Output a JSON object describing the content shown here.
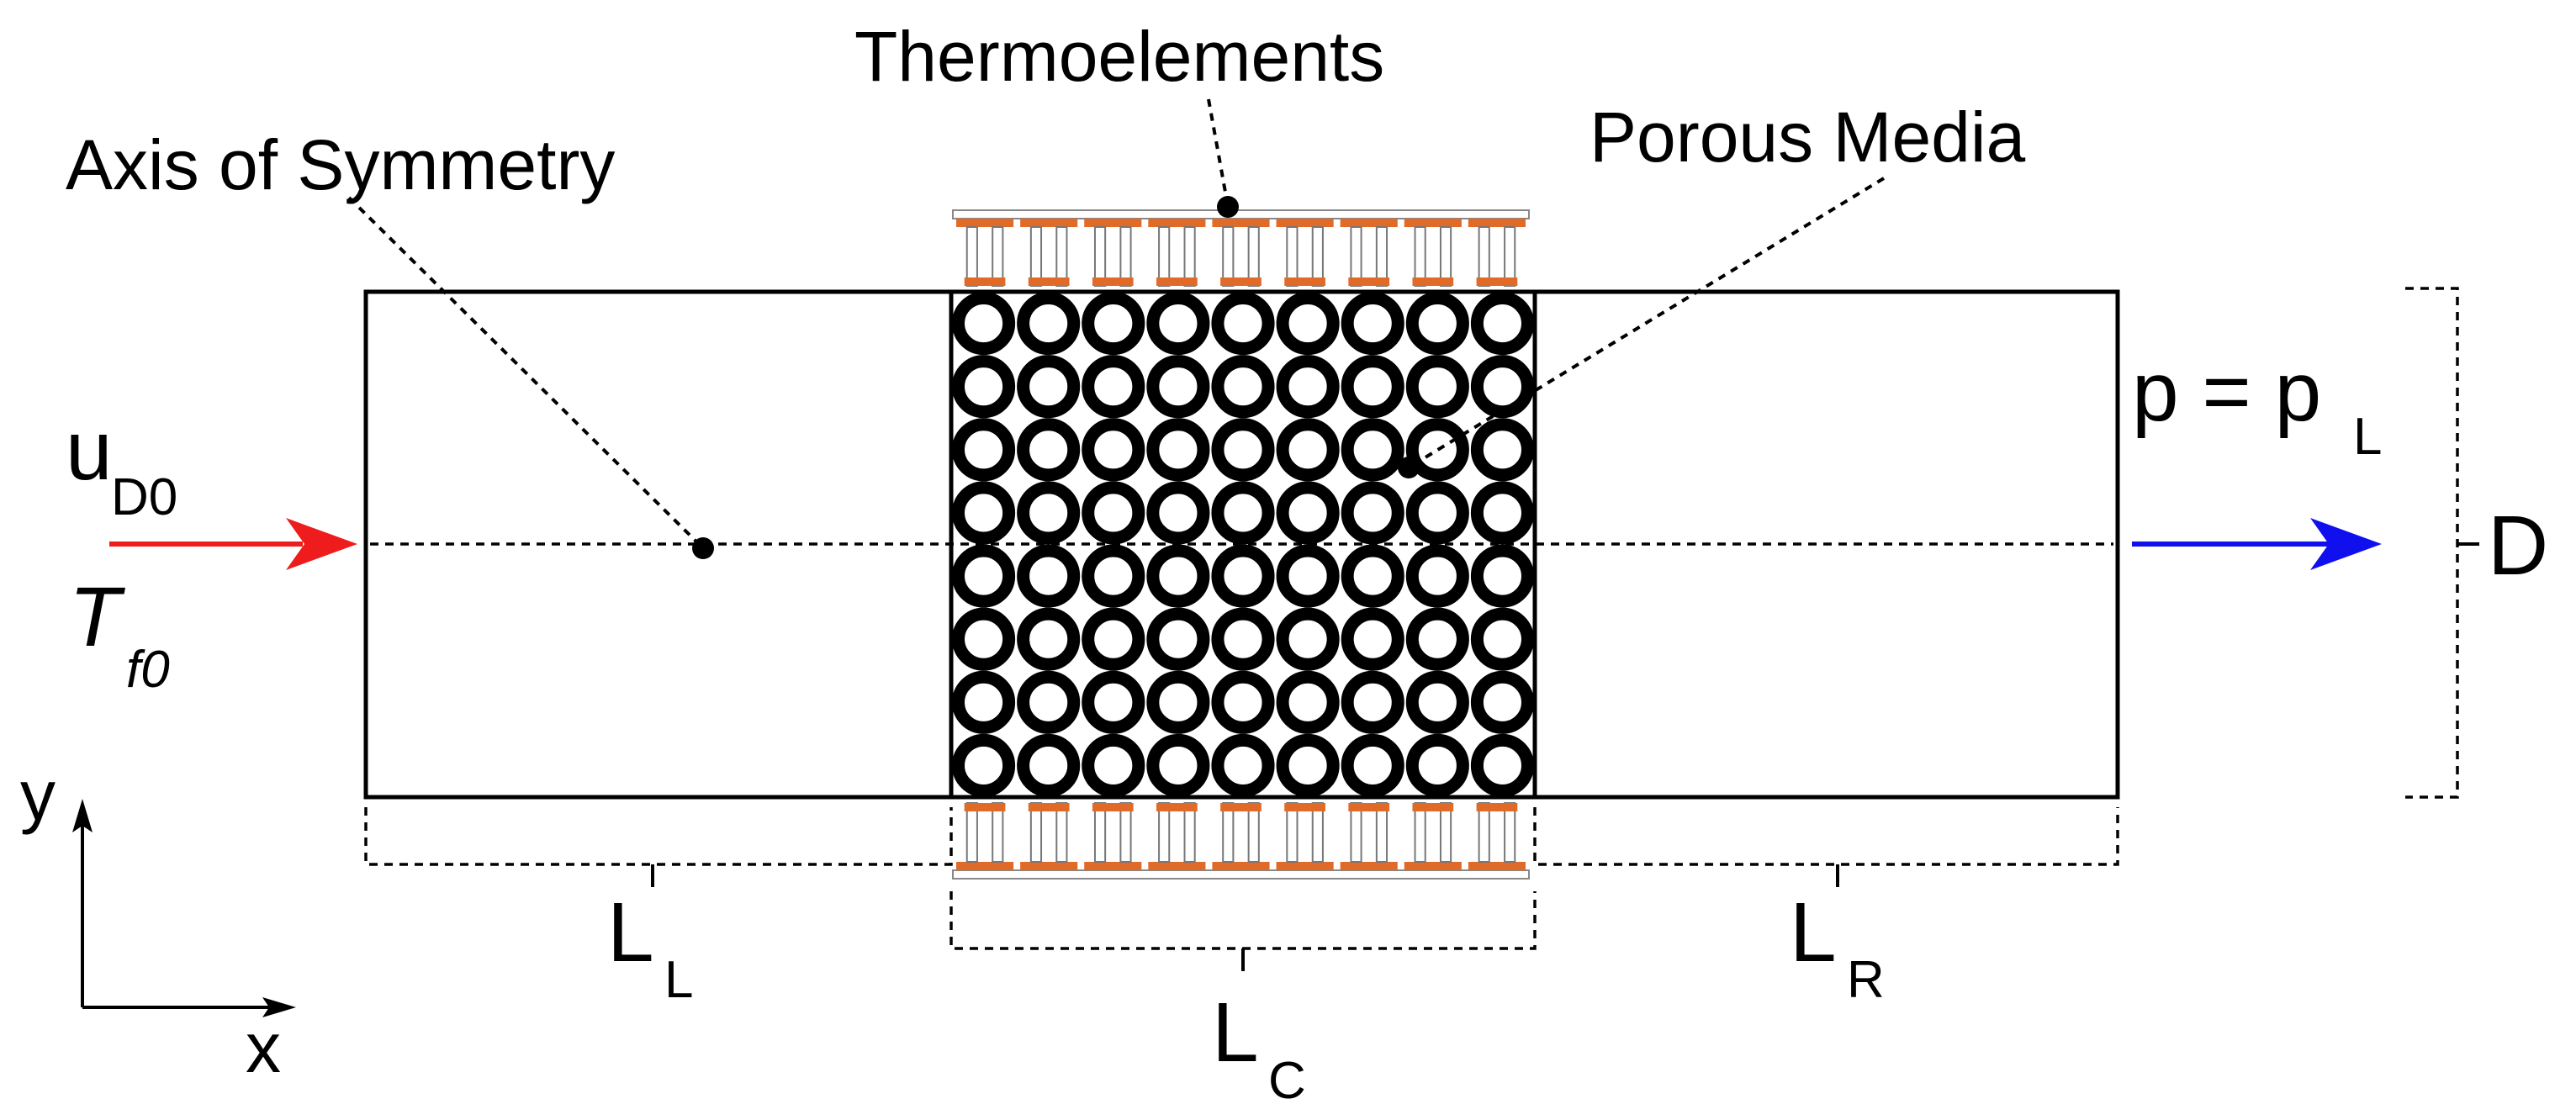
{
  "labels": {
    "thermoelements": "Thermoelements",
    "porous_media": "Porous Media",
    "axis_of_symmetry": "Axis of Symmetry",
    "inlet_velocity": "u",
    "inlet_velocity_sub": "D0",
    "inlet_temperature": "T",
    "inlet_temperature_sub": "f0",
    "outlet_pressure": "p = p",
    "outlet_pressure_sub": "L",
    "diameter": "D",
    "length_left": "L",
    "length_left_sub": "L",
    "length_center": "L",
    "length_center_sub": "C",
    "length_right": "L",
    "length_right_sub": "R",
    "axis_y": "y",
    "axis_x": "x"
  },
  "colors": {
    "inlet_arrow": "#ee1c1c",
    "outlet_arrow": "#1010ee",
    "thermoelement_contact": "#e06a28",
    "thermoelement_leg": "#c8c8c8",
    "outline": "#000000"
  },
  "porous_media": {
    "rows": 8,
    "columns": 9
  },
  "thermoelements": {
    "couples_per_side": 9
  }
}
